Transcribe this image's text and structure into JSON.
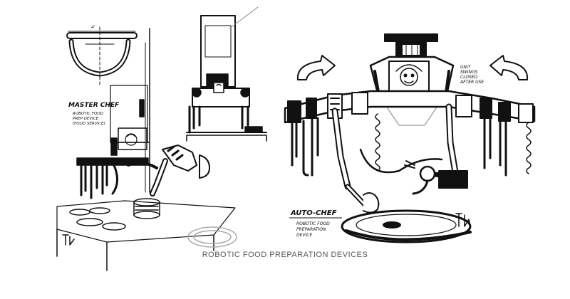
{
  "caption": "ROBOTIC FOOD PREPARATION DEVICES",
  "left_sketch": {
    "label_title": "MASTER CHEF",
    "label_line1": "ROBOTIC FOOD",
    "label_line2": "PREP DEVICE",
    "label_line3": "(FOOD SERVICE)"
  },
  "right_sketch": {
    "label_title": "AUTO-CHEF",
    "label_line1": "ROBOTIC FOOD",
    "label_line2": "PREPARATION",
    "label_line3": "DEVICE",
    "note_line1": "UNIT",
    "note_line2": "SWINGS",
    "note_line3": "CLOSED",
    "note_line4": "AFTER USE"
  },
  "colors": {
    "ink": "#111111",
    "background": "#ffffff",
    "caption": "#555555"
  }
}
